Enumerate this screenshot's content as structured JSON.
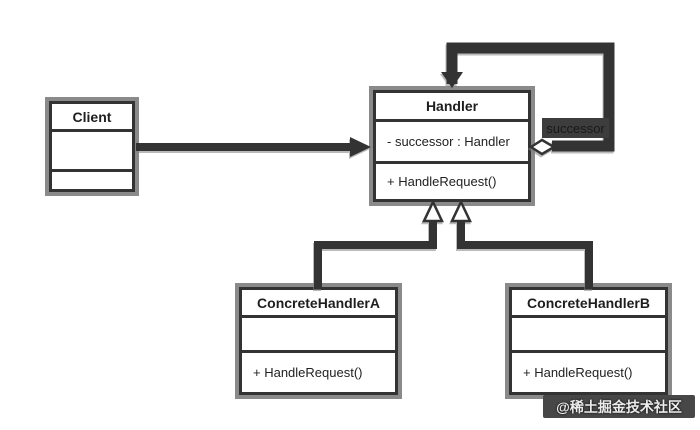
{
  "classes": {
    "client": {
      "name": "Client",
      "attributes": [],
      "methods": []
    },
    "handler": {
      "name": "Handler",
      "attributes": [
        "- successor : Handler"
      ],
      "methods": [
        "+ HandleRequest()"
      ]
    },
    "concrete_handler_a": {
      "name": "ConcreteHandlerA",
      "attributes": [],
      "methods": [
        "+ HandleRequest()"
      ]
    },
    "concrete_handler_b": {
      "name": "ConcreteHandlerB",
      "attributes": [],
      "methods": [
        "+ HandleRequest()"
      ]
    }
  },
  "labels": {
    "successor": "successor"
  },
  "watermark": {
    "text": "@稀土掘金技术社区"
  },
  "colors": {
    "background": "#ffffff",
    "line": "#333333",
    "box_fill": "#ffffff",
    "box_border": "#333333",
    "box_shadow": "#8a8a8a",
    "successor_label_bg": "#3d3d3d",
    "successor_label_text": "#191919",
    "watermark_bg": "#474747",
    "watermark_text": "#ececec"
  }
}
